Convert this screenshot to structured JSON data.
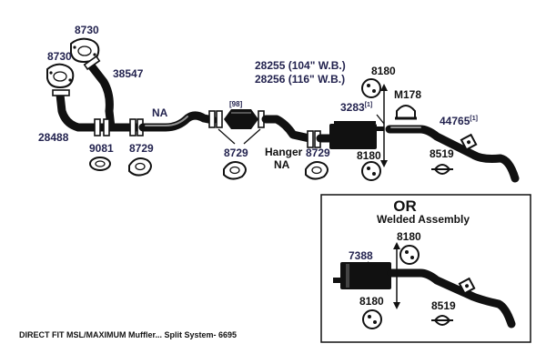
{
  "labels": {
    "p8730_top": "8730",
    "p8730_left": "8730",
    "p38547": "38547",
    "p28488": "28488",
    "p9081": "9081",
    "p8729_a": "8729",
    "na_1": "NA",
    "bracket_98": "[98]",
    "p8729_b": "8729",
    "p28255": "28255 (104\" W.B.)",
    "p28256": "28256 (116\" W.B.)",
    "hanger": "Hanger",
    "na_2": "NA",
    "p8729_c": "8729",
    "p8180_top": "8180",
    "p3283": "3283",
    "p3283_sup": "[1]",
    "m178": "M178",
    "p44765": "44765",
    "p44765_sup": "[1]",
    "p8180_bottom": "8180",
    "p8519": "8519"
  },
  "inset": {
    "title": "OR",
    "subtitle": "Welded Assembly",
    "p7388": "7388",
    "p8180_top": "8180",
    "p8180_bottom": "8180",
    "p8519": "8519"
  },
  "caption": "DIRECT FIT MSL/MAXIMUM Muffler... Split System- 6695",
  "colors": {
    "label_navy": "#23234f",
    "line": "#111111",
    "background": "#ffffff"
  }
}
